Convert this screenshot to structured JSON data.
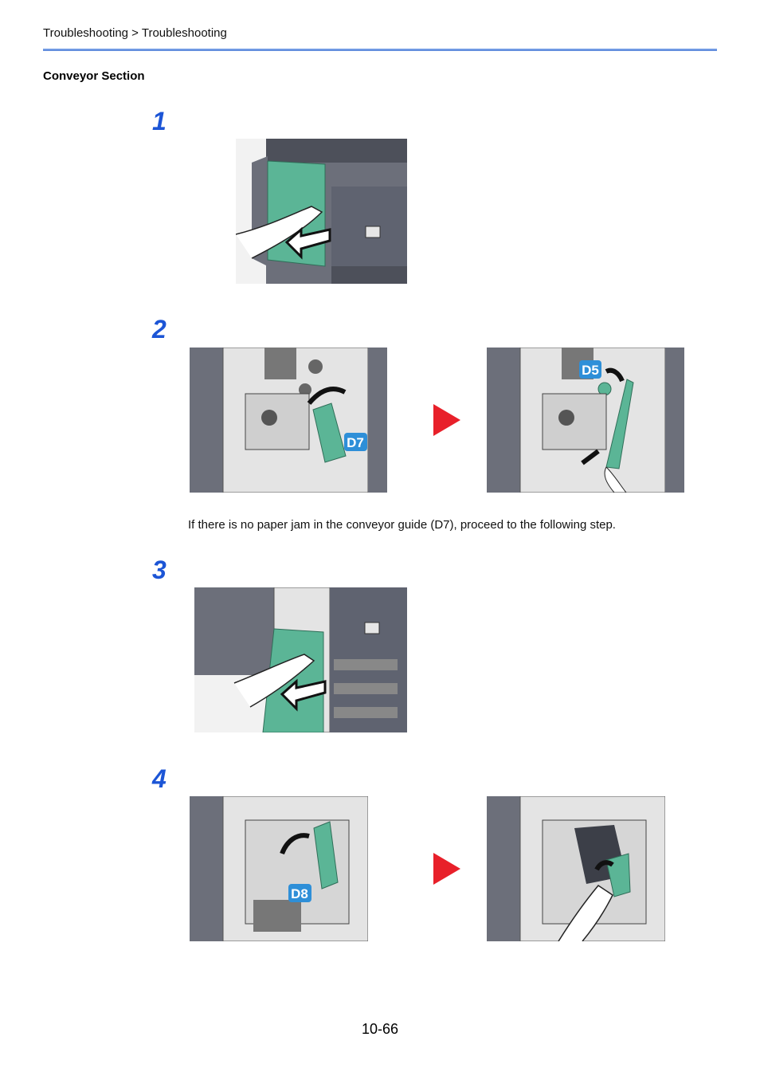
{
  "header": {
    "breadcrumb": "Troubleshooting > Troubleshooting"
  },
  "section": {
    "title": "Conveyor Section"
  },
  "steps": [
    {
      "number": "1"
    },
    {
      "number": "2",
      "labels": [
        "D7",
        "D5"
      ],
      "note": "If there is no paper jam in the conveyor guide (D7), proceed to the following step."
    },
    {
      "number": "3"
    },
    {
      "number": "4",
      "labels": [
        "D8"
      ]
    }
  ],
  "colors": {
    "accent_blue": "#1c55d6",
    "arrow_red": "#e8202a",
    "guide_green": "#5bb596",
    "label_blue": "#2e8fd8"
  },
  "footer": {
    "page_number": "10-66"
  }
}
